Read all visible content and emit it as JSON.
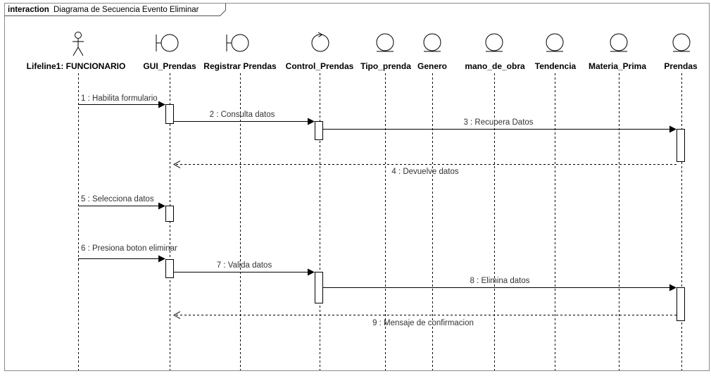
{
  "frame": {
    "keyword": "interaction",
    "name": "Diagrama de Secuencia Evento Eliminar"
  },
  "lifelines": [
    {
      "id": "funcionario",
      "label": "Lifeline1: FUNCIONARIO",
      "kind": "actor"
    },
    {
      "id": "gui_prendas",
      "label": "GUI_Prendas",
      "kind": "boundary"
    },
    {
      "id": "registrar_prendas",
      "label": "Registrar Prendas",
      "kind": "boundary"
    },
    {
      "id": "control_prendas",
      "label": "Control_Prendas",
      "kind": "control"
    },
    {
      "id": "tipo_prenda",
      "label": "Tipo_prenda",
      "kind": "entity"
    },
    {
      "id": "genero",
      "label": "Genero",
      "kind": "entity"
    },
    {
      "id": "mano_de_obra",
      "label": "mano_de_obra",
      "kind": "entity"
    },
    {
      "id": "tendencia",
      "label": "Tendencia",
      "kind": "entity"
    },
    {
      "id": "materia_prima",
      "label": "Materia_Prima",
      "kind": "entity"
    },
    {
      "id": "prendas",
      "label": "Prendas",
      "kind": "entity"
    }
  ],
  "messages": [
    {
      "label": "1 : Habilita formulario",
      "from": "funcionario",
      "to": "gui_prendas",
      "type": "sync"
    },
    {
      "label": "2 : Consulta datos",
      "from": "gui_prendas",
      "to": "control_prendas",
      "type": "sync"
    },
    {
      "label": "3 : Recupera Datos",
      "from": "control_prendas",
      "to": "prendas",
      "type": "sync"
    },
    {
      "label": "4 : Devuelve datos",
      "from": "prendas",
      "to": "gui_prendas",
      "type": "reply"
    },
    {
      "label": "5 : Selecciona datos",
      "from": "funcionario",
      "to": "gui_prendas",
      "type": "sync"
    },
    {
      "label": "6 : Presiona boton eliminar",
      "from": "funcionario",
      "to": "gui_prendas",
      "type": "sync"
    },
    {
      "label": "7 : Valida datos",
      "from": "gui_prendas",
      "to": "control_prendas",
      "type": "sync"
    },
    {
      "label": "8 : Elimina datos",
      "from": "control_prendas",
      "to": "prendas",
      "type": "sync"
    },
    {
      "label": "9 : Mensaje de confirmacion",
      "from": "prendas",
      "to": "gui_prendas",
      "type": "reply"
    }
  ]
}
